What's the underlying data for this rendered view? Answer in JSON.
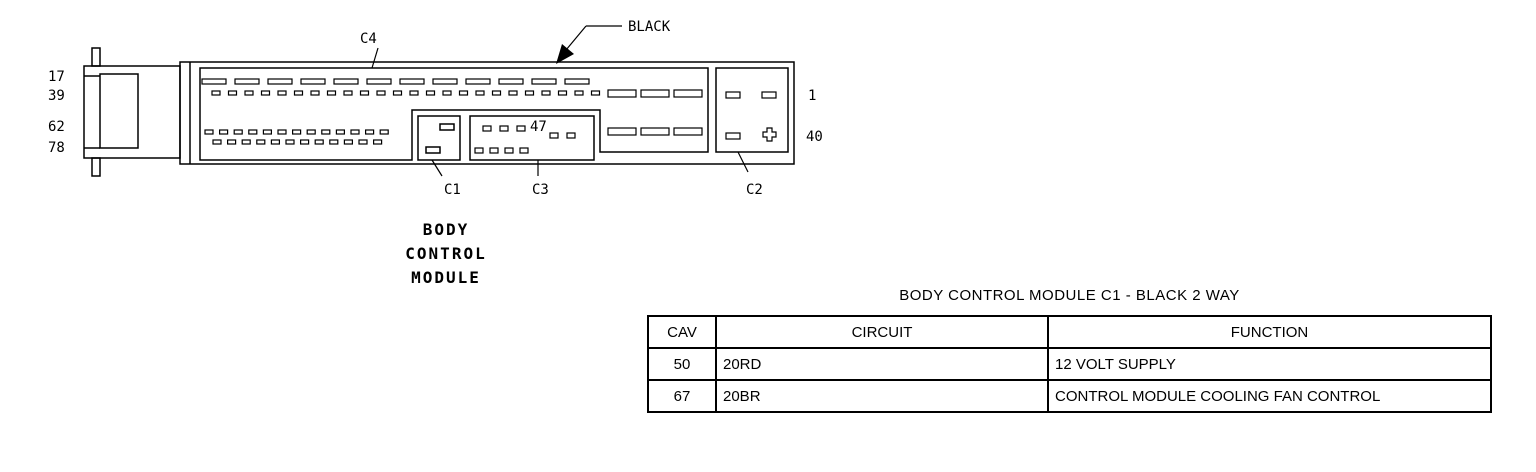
{
  "diagram": {
    "labels": {
      "pin_17": "17",
      "pin_39": "39",
      "pin_62": "62",
      "pin_78": "78",
      "pin_1": "1",
      "pin_40": "40",
      "pin_47": "47",
      "c1": "C1",
      "c2": "C2",
      "c3": "C3",
      "c4": "C4",
      "color": "BLACK"
    },
    "module_title": [
      "BODY",
      "CONTROL",
      "MODULE"
    ]
  },
  "table": {
    "caption": "BODY CONTROL MODULE C1 - BLACK 2 WAY",
    "headers": [
      "CAV",
      "CIRCUIT",
      "FUNCTION"
    ],
    "rows": [
      {
        "cav": "50",
        "circuit": "20RD",
        "function": "12 VOLT SUPPLY"
      },
      {
        "cav": "67",
        "circuit": "20BR",
        "function": "CONTROL MODULE COOLING FAN CONTROL"
      }
    ]
  }
}
